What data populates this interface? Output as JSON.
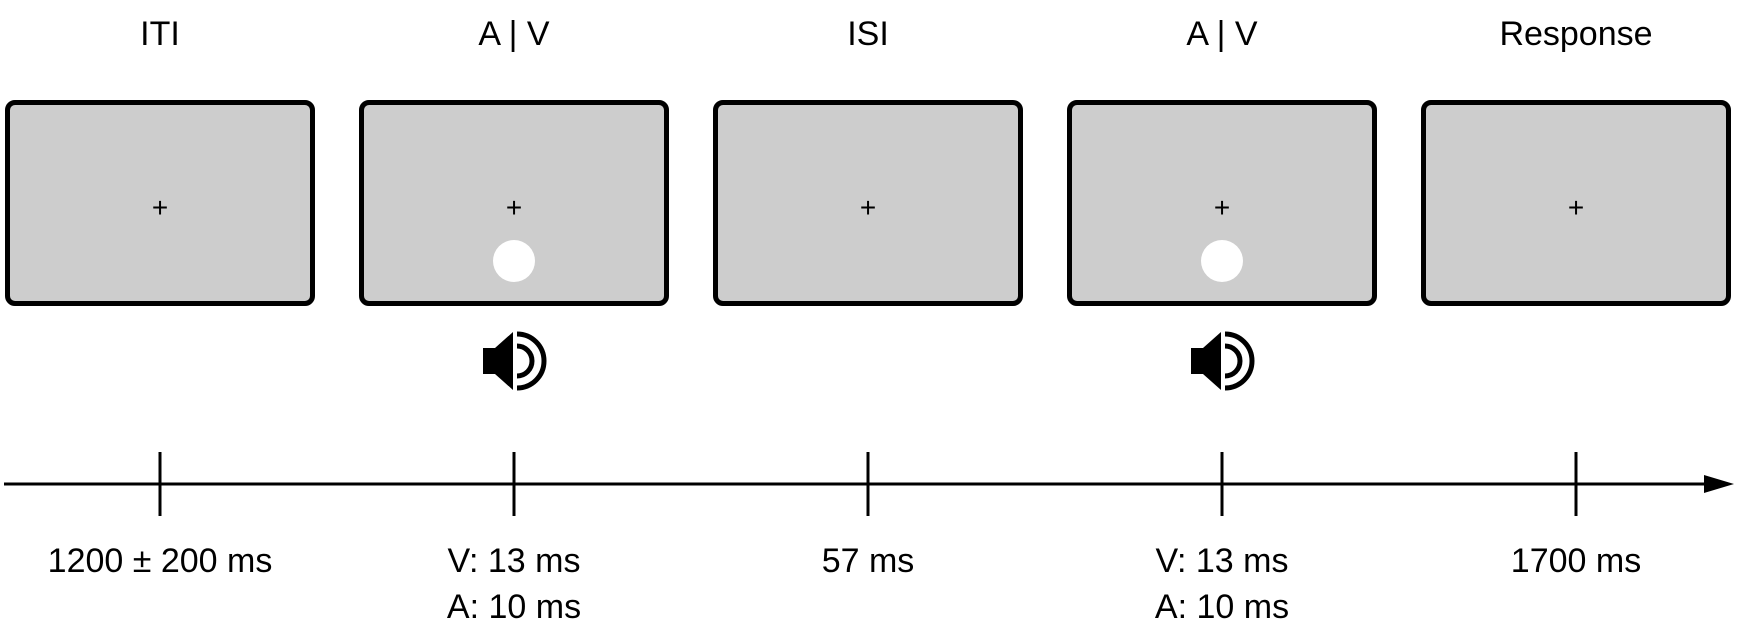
{
  "stages": [
    {
      "label": "ITI",
      "has_flash": false,
      "has_sound": false,
      "duration": [
        "1200 ± 200 ms"
      ]
    },
    {
      "label": "A | V",
      "has_flash": true,
      "has_sound": true,
      "duration": [
        "V: 13 ms",
        "A: 10 ms"
      ]
    },
    {
      "label": "ISI",
      "has_flash": false,
      "has_sound": false,
      "duration": [
        "57 ms"
      ]
    },
    {
      "label": "A | V",
      "has_flash": true,
      "has_sound": true,
      "duration": [
        "V: 13 ms",
        "A: 10 ms"
      ]
    },
    {
      "label": "Response",
      "has_flash": false,
      "has_sound": false,
      "duration": [
        "1700 ms"
      ]
    }
  ],
  "fixation_symbol": "+",
  "icons": {
    "sound": "speaker-icon",
    "flash": "white-dot-stimulus"
  },
  "colors": {
    "screen_fill": "#cdcdcd",
    "screen_border": "#000000",
    "flash": "#ffffff"
  },
  "labels": {
    "stage_0": "ITI",
    "stage_1": "A | V",
    "stage_2": "ISI",
    "stage_3": "A | V",
    "stage_4": "Response",
    "fixation": "+",
    "duration_0_a": "1200 ± 200 ms",
    "duration_1_a": "V: 13 ms",
    "duration_1_b": "A: 10 ms",
    "duration_2_a": "57 ms",
    "duration_3_a": "V: 13 ms",
    "duration_3_b": "A: 10 ms",
    "duration_4_a": "1700 ms"
  }
}
